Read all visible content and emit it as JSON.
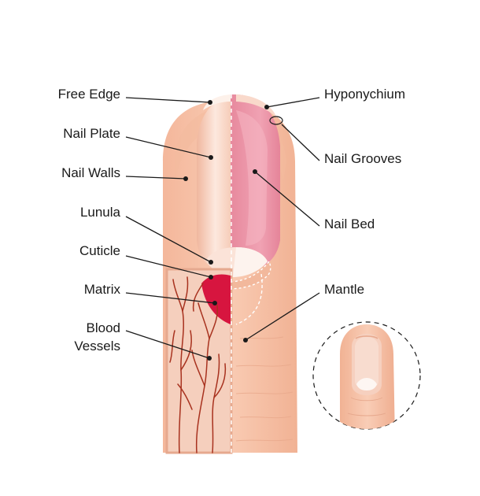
{
  "labels": {
    "free_edge": "Free Edge",
    "nail_plate": "Nail Plate",
    "nail_walls": "Nail Walls",
    "lunula": "Lunula",
    "cuticle": "Cuticle",
    "matrix": "Matrix",
    "blood_vessels_line1": "Blood",
    "blood_vessels_line2": "Vessels",
    "hyponychium": "Hyponychium",
    "nail_grooves": "Nail Grooves",
    "nail_bed": "Nail Bed",
    "mantle": "Mantle"
  },
  "colors": {
    "skin": "#f7c7ad",
    "skin_shadow": "#efb397",
    "nail_plate": "#f9d6c6",
    "nail_bed": "#ec8ea2",
    "nail_bed_light": "#f3a9b8",
    "matrix": "#d7153f",
    "lunula": "#fbe5dc",
    "vessels": "#a8321f",
    "skin_section": "#f5cfbd"
  },
  "icons": [
    "finger-illustration",
    "inset-finger-illustration"
  ]
}
